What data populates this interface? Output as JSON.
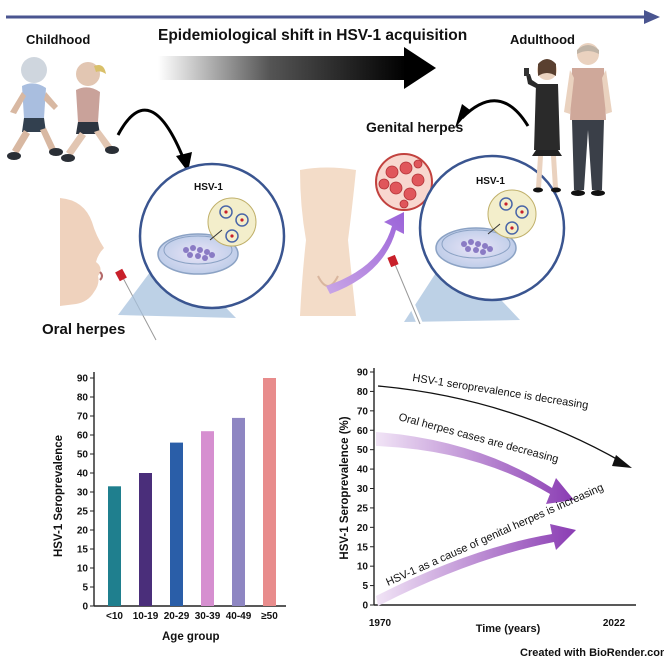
{
  "top": {
    "left_label": "Childhood",
    "right_label": "Adulthood",
    "title": "Epidemiological shift in HSV-1 acquisition"
  },
  "illustrations": {
    "oral_label": "Oral herpes",
    "genital_label": "Genital herpes",
    "virus_label_left": "HSV-1",
    "virus_label_right": "HSV-1"
  },
  "charts": [
    {
      "type": "bar",
      "ylabel": "HSV-1 Seroprevalence",
      "xlabel": "Age group",
      "ylim": [
        0,
        90
      ],
      "yticks": [
        0,
        5,
        10,
        15,
        20,
        25,
        30,
        40,
        50,
        60,
        70,
        80,
        90
      ],
      "categories": [
        "<10",
        "10-19",
        "20-29",
        "30-39",
        "40-49",
        "≥50"
      ],
      "values": [
        33,
        40,
        56,
        62,
        69,
        90
      ],
      "colors": [
        "#1f7f8e",
        "#4a2e7a",
        "#2a5ea8",
        "#d68fd0",
        "#8e86c2",
        "#e88c8c"
      ]
    },
    {
      "type": "line",
      "ylabel": "HSV-1 Seroprevalence (%)",
      "xlabel": "Time (years)",
      "xticks": [
        "1970",
        "2022"
      ],
      "ylim": [
        0,
        90
      ],
      "yticks": [
        0,
        5,
        10,
        15,
        20,
        25,
        30,
        40,
        50,
        60,
        70,
        80,
        90
      ],
      "series": [
        {
          "name": "HSV-1 seroprevalence is decreasing",
          "trend": "decreasing",
          "color": "#111111"
        },
        {
          "name": "Oral herpes cases are decreasing",
          "trend": "decreasing",
          "color": "#8e3fb5"
        },
        {
          "name": "HSV-1 as a cause of genital herpes is increasing",
          "trend": "increasing",
          "color": "#8e3fb5"
        }
      ]
    }
  ],
  "footer": {
    "credit": "Created with BioRender.com"
  }
}
